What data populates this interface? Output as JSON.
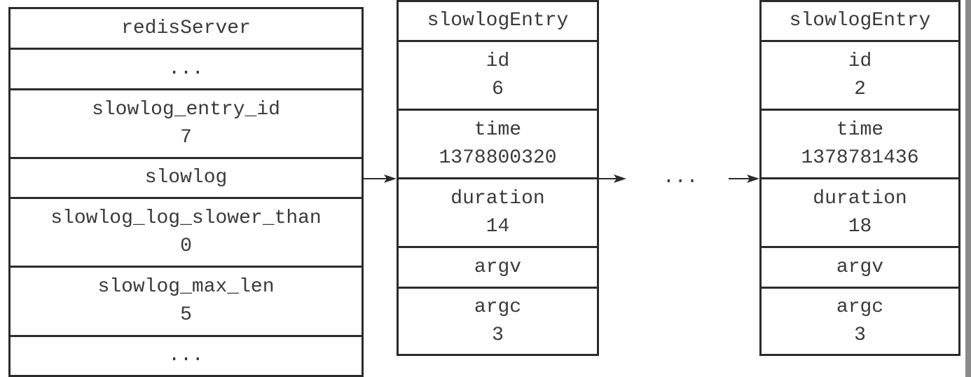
{
  "server": {
    "title": "redisServer",
    "rows": [
      {
        "label": "...",
        "value": ""
      },
      {
        "label": "slowlog_entry_id",
        "value": "7"
      },
      {
        "label": "slowlog",
        "value": ""
      },
      {
        "label": "slowlog_log_slower_than",
        "value": "0"
      },
      {
        "label": "slowlog_max_len",
        "value": "5"
      },
      {
        "label": "...",
        "value": ""
      }
    ]
  },
  "entries": [
    {
      "title": "slowlogEntry",
      "id_label": "id",
      "id": "6",
      "time_label": "time",
      "time": "1378800320",
      "duration_label": "duration",
      "duration": "14",
      "argv_label": "argv",
      "argc_label": "argc",
      "argc": "3"
    },
    {
      "title": "slowlogEntry",
      "id_label": "id",
      "id": "2",
      "time_label": "time",
      "time": "1378781436",
      "duration_label": "duration",
      "duration": "18",
      "argv_label": "argv",
      "argc_label": "argc",
      "argc": "3"
    }
  ],
  "ellipsis": "...",
  "colors": {
    "stroke": "#2b2b2b",
    "text": "#3a3a3a",
    "background": "#ffffff"
  }
}
